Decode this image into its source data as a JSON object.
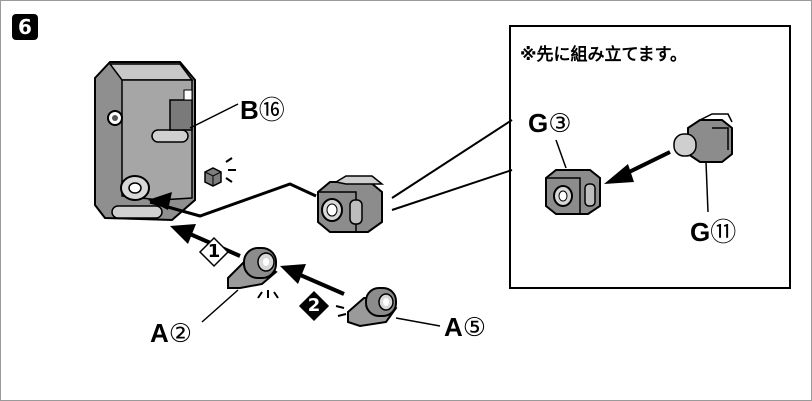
{
  "step": {
    "number": "6"
  },
  "inset": {
    "note": "※先に組み立てます。"
  },
  "parts": {
    "b16": {
      "letter": "B",
      "num": "⑯"
    },
    "g3": {
      "letter": "G",
      "num": "③"
    },
    "g11": {
      "letter": "G",
      "num": "⑪"
    },
    "a2": {
      "letter": "A",
      "num": "②"
    },
    "a5": {
      "letter": "A",
      "num": "⑤"
    }
  },
  "steps": {
    "first": "1",
    "second": "2"
  }
}
